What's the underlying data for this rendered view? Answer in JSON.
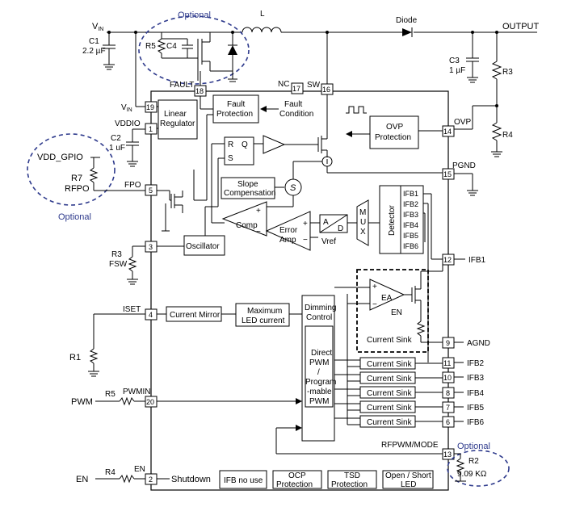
{
  "external": {
    "vin": "V",
    "vin_sub": "IN",
    "c1": "C1",
    "c1_val": "2.2 µF",
    "r5_top": "R5",
    "c4": "C4",
    "optional_top": "Optional",
    "inductor": "L",
    "diode": "Diode",
    "output": "OUTPUT",
    "c3": "C3",
    "c3_val": "1 µF",
    "r3_right": "R3",
    "r4_right": "R4",
    "vdd_gpio": "VDD_GPIO",
    "r7": "R7",
    "rfpo": "RFPO",
    "optional_left": "Optional",
    "c2": "C2",
    "c2_val": "1 uF",
    "r3_left": "R3",
    "fsw": "FSW",
    "r1": "R1",
    "pwm": "PWM",
    "r5_pwm": "R5",
    "en": "EN",
    "r4_en": "R4",
    "r2": "R2",
    "r2_val": "9.09 KΩ",
    "optional_bottom": "Optional"
  },
  "pins": {
    "fault": "FAULT",
    "fault_num": "18",
    "nc": "NC",
    "nc_num": "17",
    "sw": "SW",
    "sw_num": "16",
    "vin": "V",
    "vin_sub": "IN",
    "vin_num": "19",
    "vddio": "VDDIO",
    "vddio_num": "1",
    "fpo": "FPO",
    "fpo_num": "5",
    "fsw_num": "3",
    "iset": "ISET",
    "iset_num": "4",
    "pwmin": "PWMIN",
    "pwmin_num": "20",
    "en": "EN",
    "en_num": "2",
    "ovp": "OVP",
    "ovp_num": "14",
    "pgnd": "PGND",
    "pgnd_num": "15",
    "ifb1": "IFB1",
    "ifb1_num": "12",
    "agnd": "AGND",
    "agnd_num": "9",
    "ifb2": "IFB2",
    "ifb2_num": "11",
    "ifb3": "IFB3",
    "ifb3_num": "10",
    "ifb4": "IFB4",
    "ifb4_num": "8",
    "ifb5": "IFB5",
    "ifb5_num": "7",
    "ifb6": "IFB6",
    "ifb6_num": "6",
    "rfpwm": "RFPWM/MODE",
    "rfpwm_num": "13"
  },
  "blocks": {
    "linear_reg_1": "Linear",
    "linear_reg_2": "Regulator",
    "fault_prot_1": "Fault",
    "fault_prot_2": "Protection",
    "fault_cond_1": "Fault",
    "fault_cond_2": "Condition",
    "ovp_1": "OVP",
    "ovp_2": "Protection",
    "latch_r": "R",
    "latch_q": "Q",
    "latch_s": "S",
    "slope_1": "Slope",
    "slope_2": "Compensation",
    "sum": "S",
    "comp": "Comp",
    "error_amp_1": "Error",
    "error_amp_2": "Amp",
    "vref": "Vref",
    "ad_a": "A",
    "ad_d": "D",
    "mux": "MUX",
    "detector": "Detector",
    "ifb_list": [
      "IFB1",
      "IFB2",
      "IFB3",
      "IFB4",
      "IFB5",
      "IFB6"
    ],
    "oscillator": "Oscillator",
    "current_mirror": "Current Mirror",
    "max_led_1": "Maximum",
    "max_led_2": "LED current",
    "dimming_1": "Dimming",
    "dimming_2": "Control",
    "direct_pwm": [
      "Direct",
      "PWM",
      "/",
      "Program",
      "-mable",
      "PWM"
    ],
    "ea": "EA",
    "ea_en": "EN",
    "current_sink": "Current Sink",
    "current_sinks": [
      "Current Sink",
      "Current Sink",
      "Current Sink",
      "Current Sink",
      "Current Sink"
    ],
    "shutdown": "Shutdown",
    "ifb_no_use": "IFB no use",
    "ocp_1": "OCP",
    "ocp_2": "Protection",
    "tsd_1": "TSD",
    "tsd_2": "Protection",
    "open_short_1": "Open / Short",
    "open_short_2": "LED"
  }
}
